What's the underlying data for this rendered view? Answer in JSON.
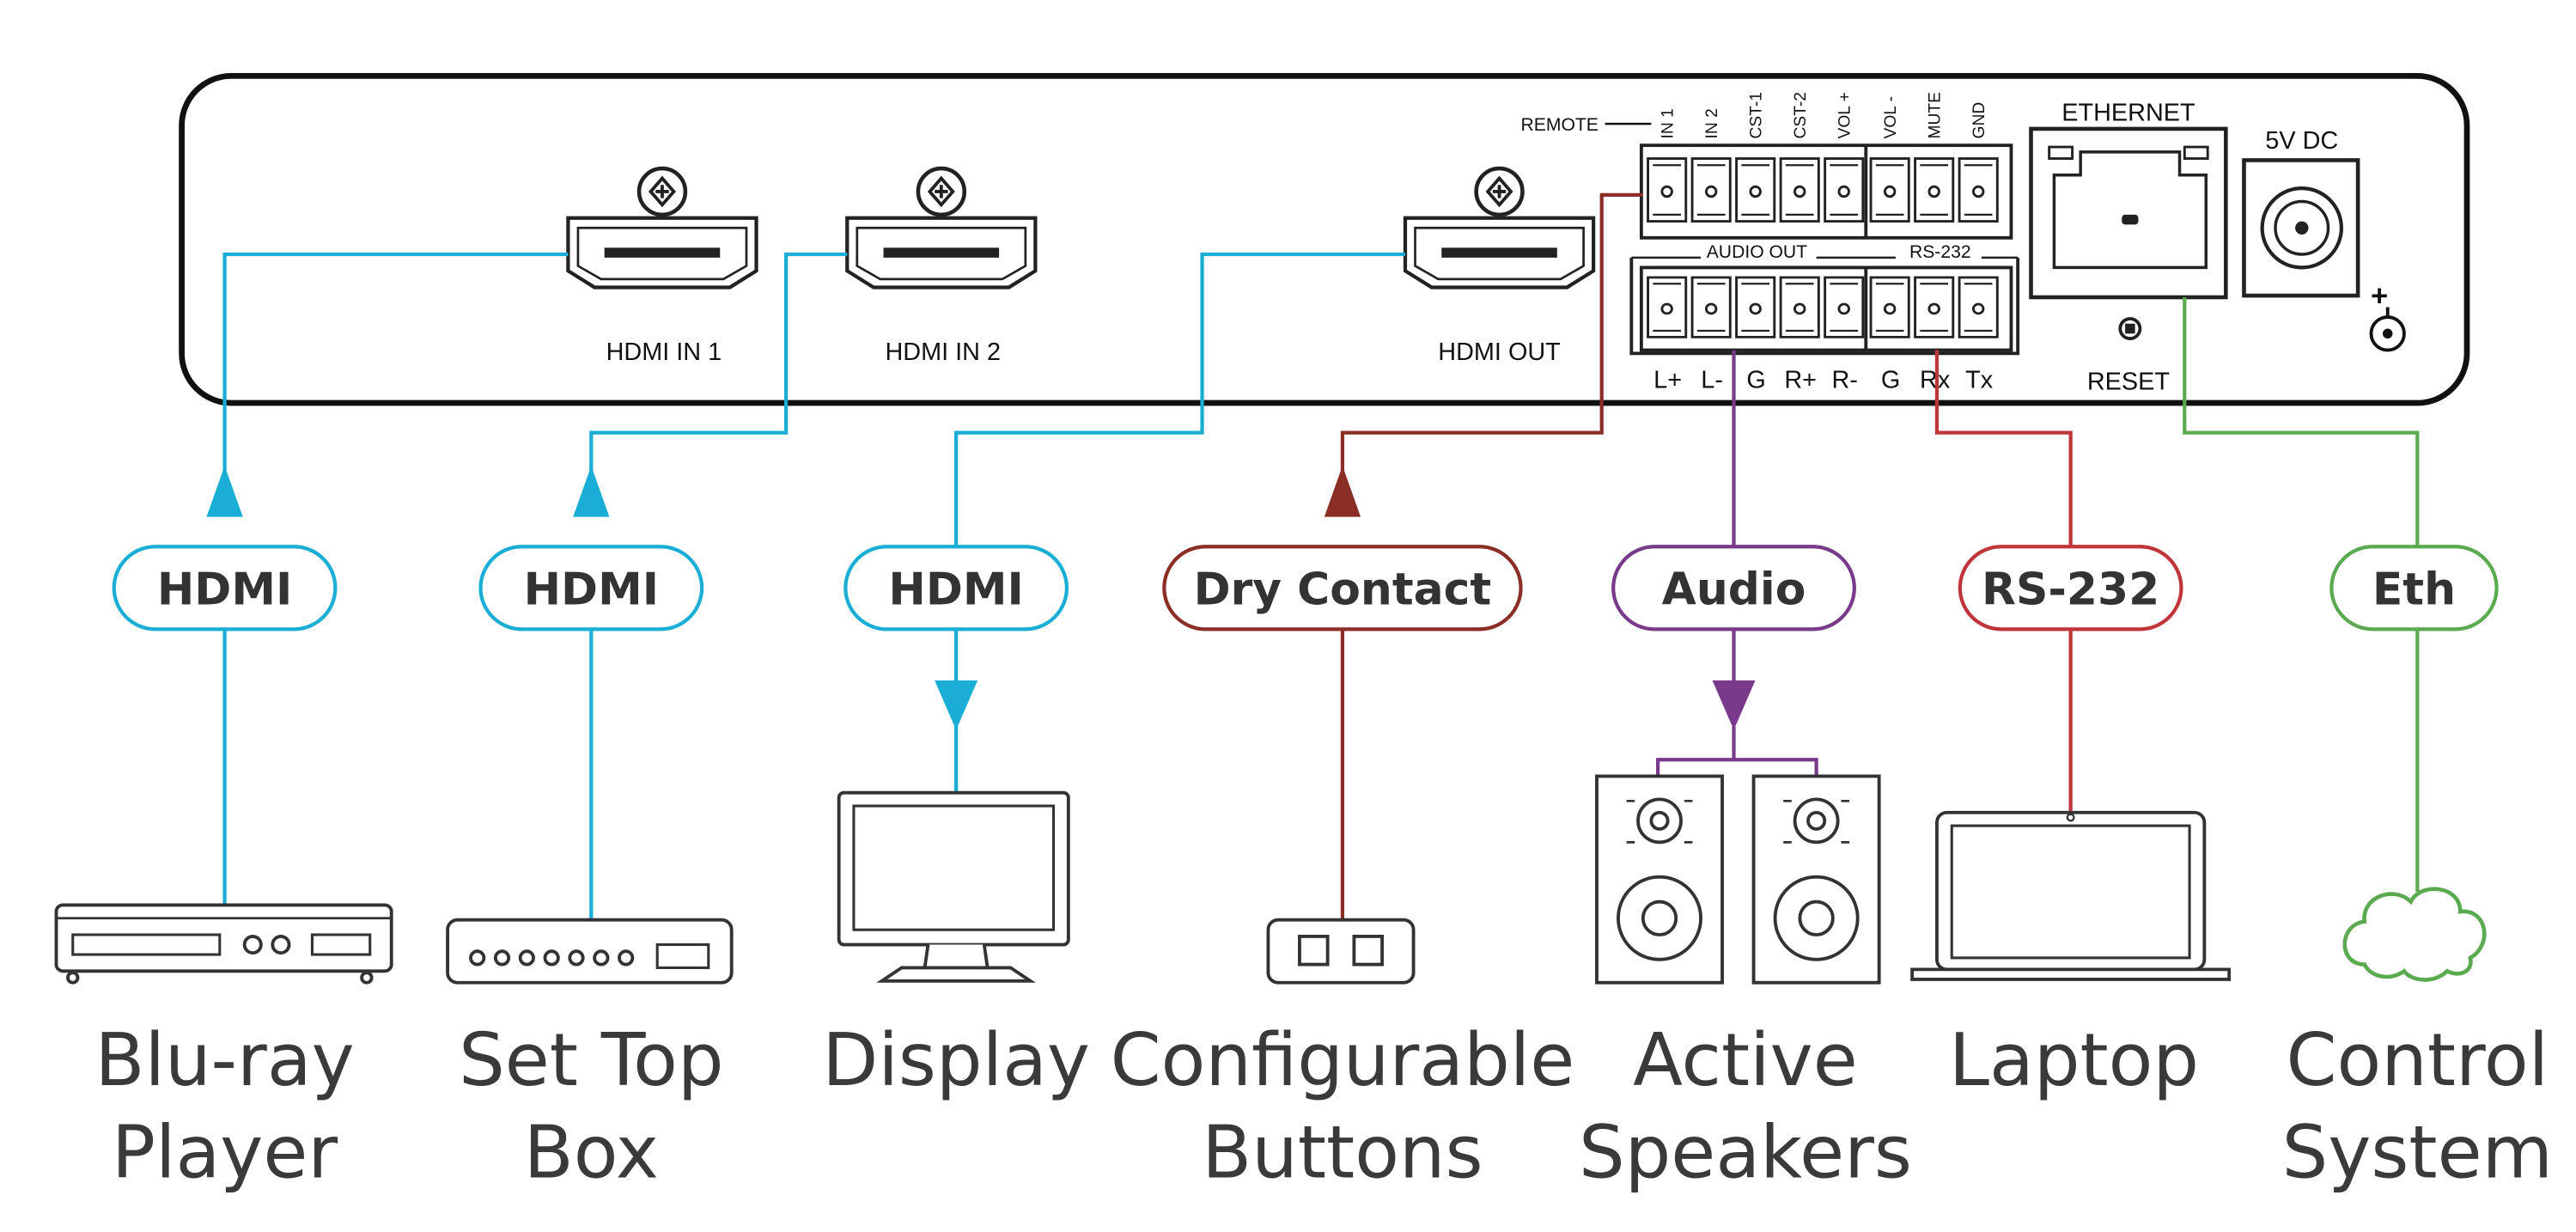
{
  "colors": {
    "hdmi": "#1aaed6",
    "dry_contact": "#8b2f26",
    "audio": "#7a3a8c",
    "rs232": "#c0353a",
    "ethernet": "#5aaa4f",
    "device_outline": "#333333",
    "label_text": "#3a3a3a"
  },
  "panel": {
    "hdmi_in1": "HDMI  IN 1",
    "hdmi_in2": "HDMI  IN 2",
    "hdmi_out": "HDMI  OUT",
    "remote": "REMOTE",
    "remote_pins": [
      "IN 1",
      "IN 2",
      "CST-1",
      "CST-2",
      "VOL +",
      "VOL -",
      "MUTE",
      "GND"
    ],
    "audio_out": "AUDIO OUT",
    "rs232": "RS-232",
    "audio_pins": [
      "L+",
      "L-",
      "G",
      "R+",
      "R-"
    ],
    "rs232_pins": [
      "G",
      "Rx",
      "Tx"
    ],
    "ethernet": "ETHERNET",
    "reset": "RESET",
    "power": "5V DC",
    "polarity": "+"
  },
  "connections": [
    {
      "label": "HDMI",
      "device": [
        "Blu-ray",
        "Player"
      ],
      "icon": "bluray-player-icon",
      "color_key": "hdmi"
    },
    {
      "label": "HDMI",
      "device": [
        "Set Top",
        "Box"
      ],
      "icon": "set-top-box-icon",
      "color_key": "hdmi"
    },
    {
      "label": "HDMI",
      "device": [
        "Display"
      ],
      "icon": "display-icon",
      "color_key": "hdmi"
    },
    {
      "label": "Dry Contact",
      "device": [
        "Configurable",
        "Buttons"
      ],
      "icon": "buttons-icon",
      "color_key": "dry_contact"
    },
    {
      "label": "Audio",
      "device": [
        "Active",
        "Speakers"
      ],
      "icon": "speakers-icon",
      "color_key": "audio"
    },
    {
      "label": "RS-232",
      "device": [
        "Laptop"
      ],
      "icon": "laptop-icon",
      "color_key": "rs232"
    },
    {
      "label": "Eth",
      "device": [
        "Control",
        "System"
      ],
      "icon": "cloud-icon",
      "color_key": "ethernet"
    }
  ]
}
